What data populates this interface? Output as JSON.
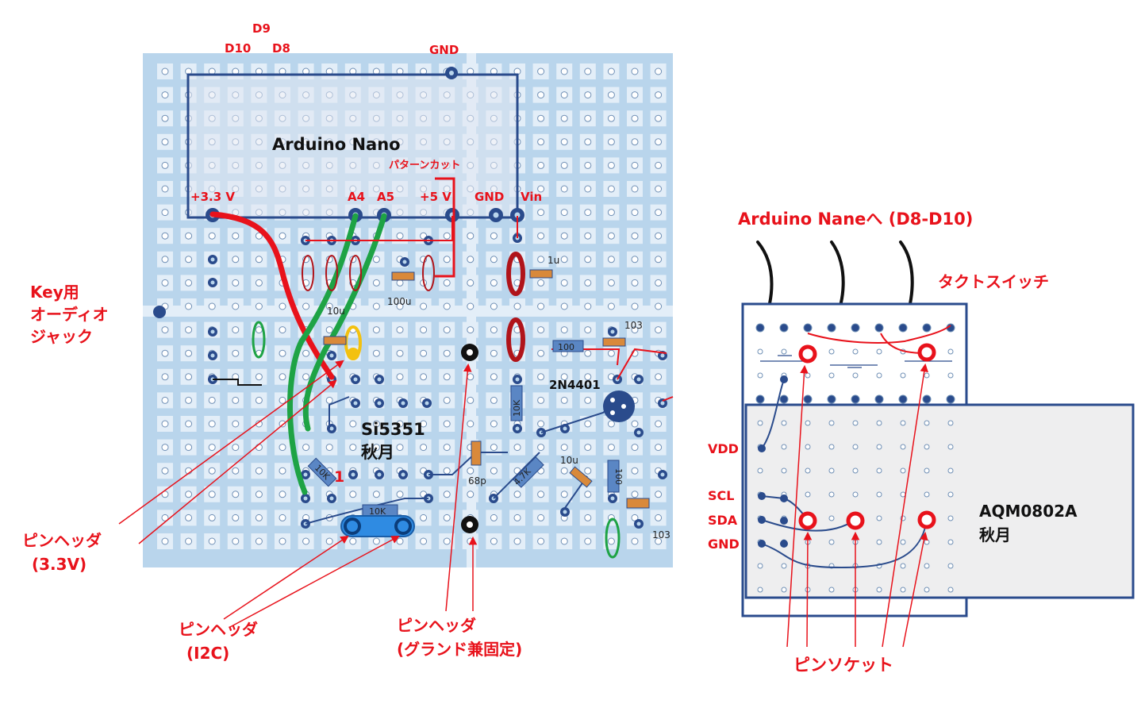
{
  "left_board": {
    "top_labels": {
      "d9": "D9",
      "d10": "D10",
      "d8": "D8",
      "gnd": "GND"
    },
    "arduino_title": "Arduino Nano",
    "pattern_cut": "パターンカット",
    "pin_labels": {
      "v33": "+3.3 V",
      "a4": "A4",
      "a5": "A5",
      "v5": "+5 V",
      "gnd": "GND",
      "vin": "Vin"
    },
    "components": {
      "c_10u_top": "10u",
      "c_100u": "100u",
      "c_1u": "1u",
      "c_103_top": "103",
      "r_100_top": "100",
      "transistor": "2N4401",
      "r_10k_vertical": "10K",
      "chip": "Si5351",
      "chip_sub": "秋月",
      "pin1": "1",
      "r_10k_diag": "10K",
      "r_10k_horiz": "10K",
      "c_68p": "68p",
      "r_47k": "4.7K",
      "c_10u_bottom": "10u",
      "r_100_vertical": "100",
      "c_103_bottom": "103"
    }
  },
  "left_annotations": {
    "key_jack": [
      "Key用",
      "オーディオ",
      "ジャック"
    ],
    "header_33": [
      "ピンヘッダ",
      "(3.3V)"
    ],
    "header_i2c": [
      "ピンヘッダ",
      "(I2C)"
    ],
    "header_gnd": [
      "ピンヘッダ",
      "(グランド兼固定)"
    ]
  },
  "right_board": {
    "arduino_to": "Arduino Naneへ (D8-D10)",
    "tact_switch": "タクトスイッチ",
    "pins": {
      "vdd": "VDD",
      "scl": "SCL",
      "sda": "SDA",
      "gnd": "GND"
    },
    "lcd_name": "AQM0802A",
    "lcd_sub": "秋月",
    "pin_socket": "ピンソケット"
  },
  "colors": {
    "board_bg": "#b9d5ec",
    "board_pad": "#e3eef8",
    "wire_red": "#e8121b",
    "wire_green": "#1ea345",
    "wire_blue": "#2a4b8c",
    "resistor": "#5a86c4",
    "capacitor_orange": "#d9893a",
    "annotation_red": "#e8121b"
  }
}
